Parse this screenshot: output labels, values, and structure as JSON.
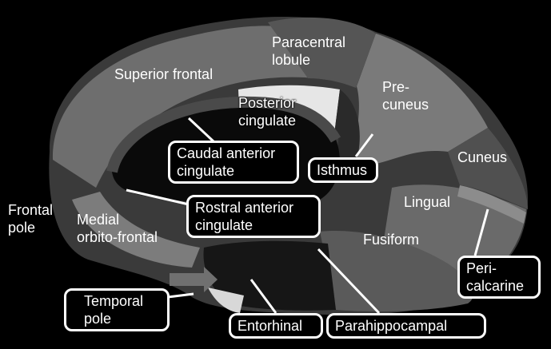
{
  "labels": {
    "paracentral": [
      "Paracentral",
      "lobule"
    ],
    "superior_frontal": "Superior frontal",
    "posterior_cingulate": [
      "Posterior",
      "cingulate"
    ],
    "precuneus": [
      "Pre-",
      "cuneus"
    ],
    "caudal_anterior_cingulate": [
      "Caudal anterior",
      "cingulate"
    ],
    "isthmus": "Isthmus",
    "cuneus": "Cuneus",
    "frontal_pole": [
      "Frontal",
      "pole"
    ],
    "medial_orbitofrontal": [
      "Medial",
      "orbito-frontal"
    ],
    "rostral_anterior_cingulate": [
      "Rostral anterior",
      "cingulate"
    ],
    "lingual": "Lingual",
    "fusiform": "Fusiform",
    "pericalcarine": [
      "Peri-",
      "calcarine"
    ],
    "temporal_pole": [
      "Temporal",
      "pole"
    ],
    "entorhinal": "Entorhinal",
    "parahippocampal": "Parahippocampal"
  },
  "colors": {
    "background": "#000000",
    "label_text": "#ffffff",
    "box_border": "#ffffff",
    "cortex_dark": "#3a3a3a",
    "cortex_mid": "#6e6e6e",
    "cortex_light": "#8c8c8c",
    "cortex_highlight": "#e6e6e6",
    "ventricle": "#080808",
    "arrow": "#707070"
  }
}
